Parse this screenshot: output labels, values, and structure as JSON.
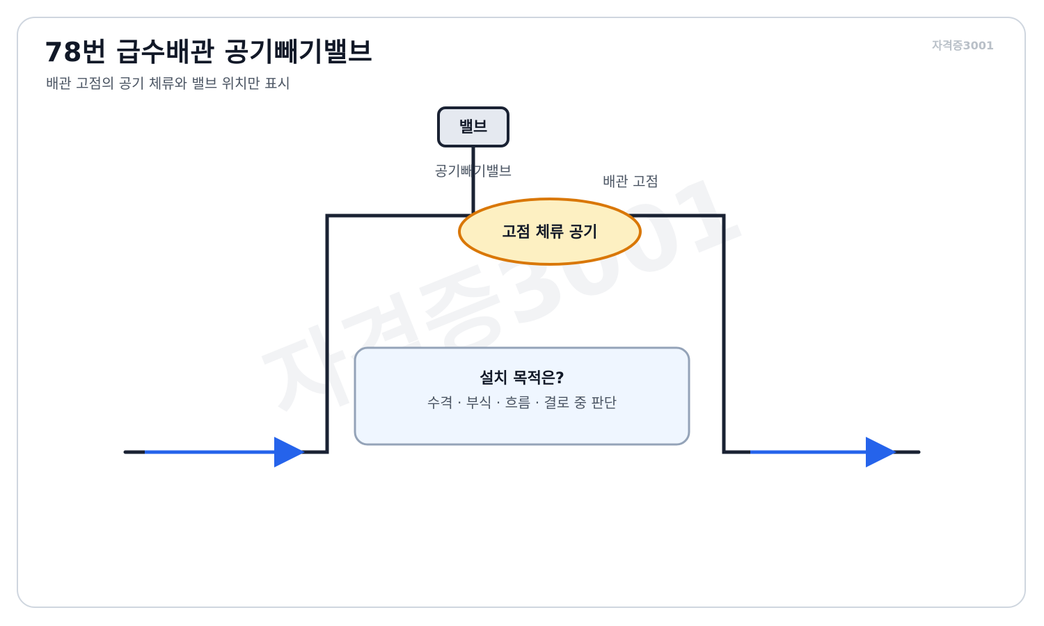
{
  "header": {
    "title": "78번 급수배관 공기빼기밸브",
    "subtitle": "배관 고점의 공기 체류와 밸브 위치만 표시",
    "brand": "자격증3001"
  },
  "watermark": "자격증3001",
  "diagram": {
    "valve_box_label": "밸브",
    "valve_caption": "공기빼기밸브",
    "pipe_high_point_label": "배관 고점",
    "air_ellipse_label": "고점 체류 공기",
    "question_title": "설치 목적은?",
    "question_options": "수격 · 부식 · 흐름 · 결로 중 판단"
  },
  "colors": {
    "pipe": "#1a2233",
    "flow_arrow": "#2563eb",
    "ellipse_fill": "#fdf0c2",
    "ellipse_stroke": "#d97706",
    "question_fill": "#eff6ff",
    "question_stroke": "#94a3b8",
    "valve_fill": "#e5e9f0"
  },
  "icons": [
    "flow-arrow-icon"
  ]
}
